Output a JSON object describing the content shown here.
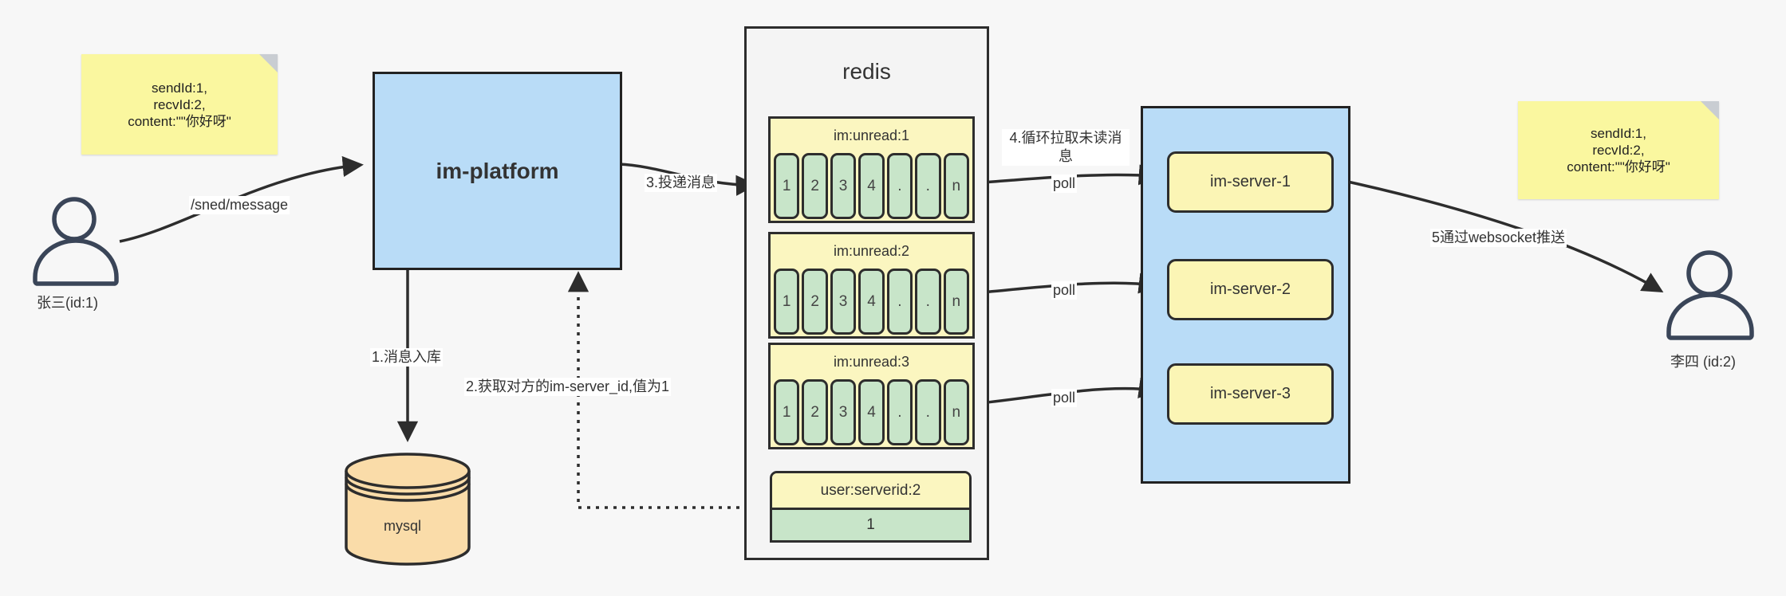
{
  "notes": {
    "left": {
      "lines": [
        "sendId:1,",
        "recvId:2,",
        "content:\"\"你好呀\""
      ]
    },
    "right": {
      "lines": [
        "sendId:1,",
        "recvId:2,",
        "content:\"\"你好呀\""
      ]
    }
  },
  "actors": {
    "sender": {
      "label": "张三(id:1)"
    },
    "receiver": {
      "label": "李四 (id:2)"
    }
  },
  "platform": {
    "label": "im-platform"
  },
  "mysql": {
    "label": "mysql"
  },
  "redis": {
    "title": "redis",
    "queues": [
      {
        "label": "im:unread:1",
        "cells": [
          "1",
          "2",
          "3",
          "4",
          ".",
          ".",
          "n"
        ]
      },
      {
        "label": "im:unread:2",
        "cells": [
          "1",
          "2",
          "3",
          "4",
          ".",
          ".",
          "n"
        ]
      },
      {
        "label": "im:unread:3",
        "cells": [
          "1",
          "2",
          "3",
          "4",
          ".",
          ".",
          "n"
        ]
      }
    ],
    "kv": {
      "label": "user:serverid:2",
      "value": "1"
    }
  },
  "servers": {
    "items": [
      {
        "label": "im-server-1"
      },
      {
        "label": "im-server-2"
      },
      {
        "label": "im-server-3"
      }
    ]
  },
  "edges": {
    "send": "/sned/message",
    "store": "1.消息入库",
    "get_server_id": "2.获取对方的im-server_id,值为1",
    "deliver": "3.投递消息",
    "pull": "4.循环拉取未读消息",
    "poll1": "poll",
    "poll2": "poll",
    "poll3": "poll",
    "push": "5通过websocket推送"
  },
  "colors": {
    "accent_blue": "#B9DCF7",
    "accent_yellow": "#FBF6C0",
    "note_yellow": "#FAF79F",
    "cell_green": "#C8E5C9",
    "mysql_tan": "#FADCA9",
    "border_dark": "#2d2d2d"
  }
}
